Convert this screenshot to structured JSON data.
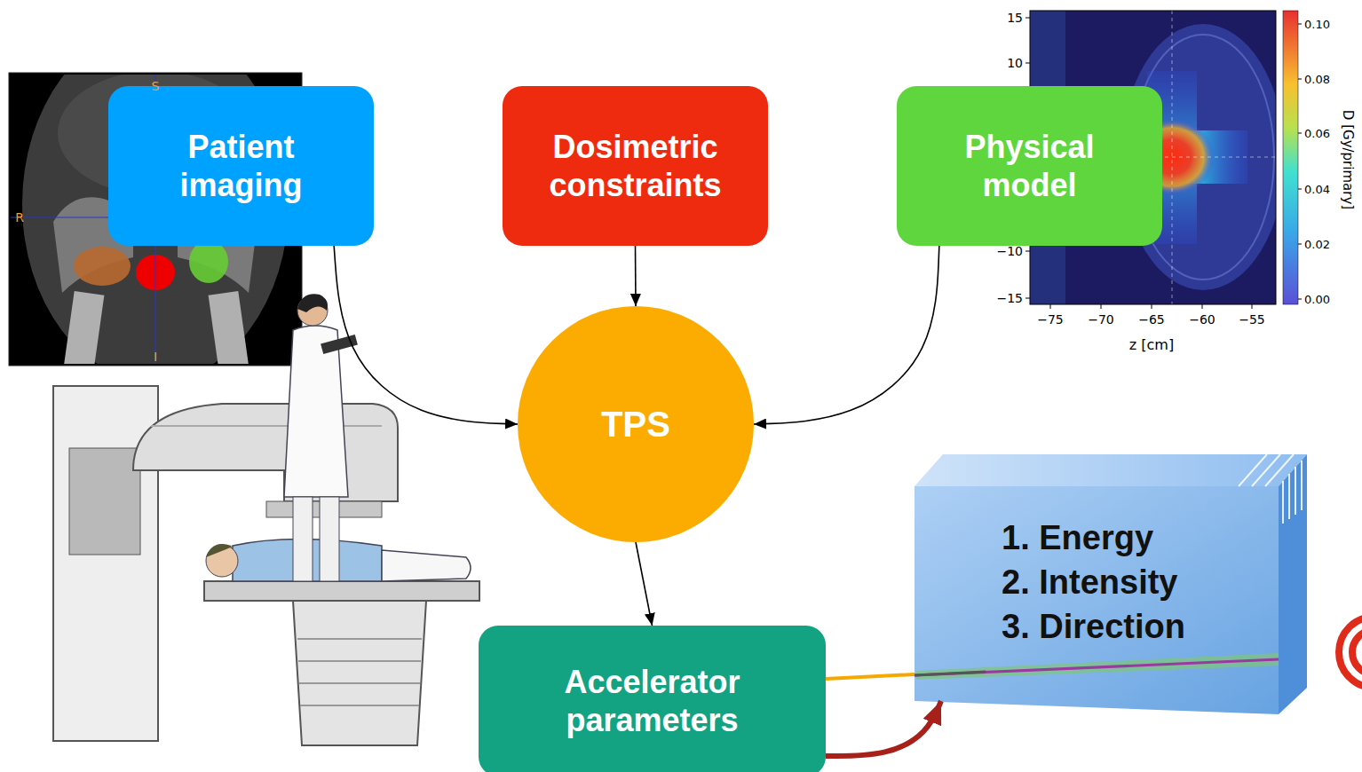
{
  "diagram": {
    "nodes": [
      {
        "text": [
          "Patient imaging"
        ]
      },
      {
        "text": [
          "Dosimetric constraints"
        ]
      },
      {
        "text": [
          "Physical model"
        ]
      },
      {
        "text": [
          "TPS"
        ]
      },
      {
        "text": [
          "Accelerator parameters"
        ]
      },
      {
        "text": [
          "1. Energy",
          "2. Intensity",
          "3. Direction"
        ]
      }
    ],
    "edges": [
      {
        "from": 0,
        "to": 3,
        "arrow": "to"
      },
      {
        "from": 1,
        "to": 3,
        "arrow": "to"
      },
      {
        "from": 2,
        "to": 3,
        "arrow": "to"
      },
      {
        "from": 3,
        "to": 4,
        "arrow": "to"
      },
      {
        "from": 4,
        "to": 5,
        "arrow": "none"
      },
      {
        "from": 4,
        "to": 5,
        "arrow": "to"
      }
    ],
    "labels": [
      "S",
      "R",
      "I",
      "15",
      "10",
      "−10",
      "−15",
      "−75",
      "−70",
      "−65",
      "−60",
      "−55",
      "z [cm]",
      "0.10",
      "0.08",
      "0.06",
      "0.04",
      "0.02",
      "0.00",
      "D [Gy/primary]"
    ]
  }
}
